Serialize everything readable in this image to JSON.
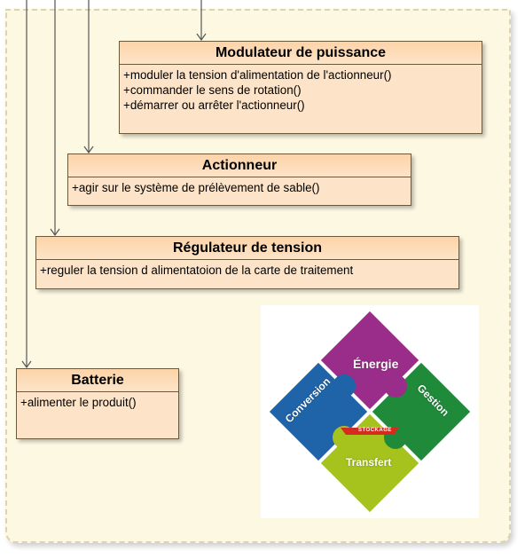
{
  "classes": {
    "modulateur": {
      "name": "Modulateur de puissance",
      "operations": [
        "+moduler la tension d'alimentation de l'actionneur()",
        "+commander le sens de rotation()",
        "+démarrer ou arrêter l'actionneur()"
      ]
    },
    "actionneur": {
      "name": "Actionneur",
      "operations": [
        "+agir sur le système de prélèvement de sable()"
      ]
    },
    "regulateur": {
      "name": "Régulateur de tension",
      "operations": [
        "+reguler la tension d alimentatoion de la carte de traitement"
      ]
    },
    "batterie": {
      "name": "Batterie",
      "operations": [
        "+alimenter le produit()"
      ]
    }
  },
  "puzzle_logo": {
    "pieces": {
      "energie": "Énergie",
      "conversion": "Conversion",
      "gestion": "Gestion",
      "transfert": "Transfert"
    },
    "center_band": "STOCKAGE",
    "colors": {
      "energie": "#9b2d8a",
      "conversion": "#1f63a8",
      "gestion": "#1f8a3a",
      "transfert": "#a6c21d",
      "band": "#d42a1f"
    }
  }
}
